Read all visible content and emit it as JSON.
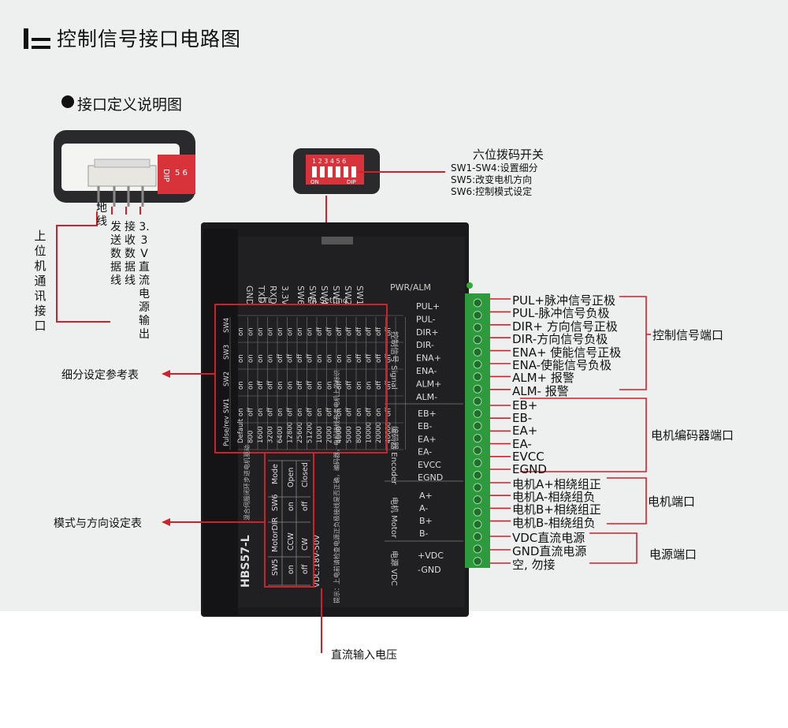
{
  "page": {
    "title": "控制信号接口电路图",
    "subtitle": "接口定义说明图"
  },
  "device": {
    "model": "HBS57-L",
    "model_sub": "混合伺服闭环步进电机驱动",
    "vdc_range": "VDC:18V-50V",
    "tip": "提示：上电前请检查电源正负极接线是否正确，编码器，电机接线参考电机上的标识",
    "top_header": [
      "GND",
      "TXD",
      "RXD",
      "3.3V",
      "SW6",
      "SW5",
      "SW4",
      "SW3",
      "SW2",
      "SW1"
    ],
    "ttl_label": "TTL",
    "pa_label": "PA Setting",
    "pwr_alm": "PWR/ALM",
    "section_ctrl": "控制信号 Signal",
    "section_enc": "编码器 Encoder",
    "section_motor": "电机 Motor",
    "section_power": "电源 VDC",
    "pins_ctrl": [
      "PUL+",
      "PUL-",
      "DIR+",
      "DIR-",
      "ENA+",
      "ENA-",
      "ALM+",
      "ALM-"
    ],
    "pins_enc": [
      "EB+",
      "EB-",
      "EA+",
      "EA-",
      "EVCC",
      "EGND"
    ],
    "pins_motor": [
      "A+",
      "A-",
      "B+",
      "B-"
    ],
    "pins_power": [
      "+VDC",
      "-GND"
    ]
  },
  "micro_table": {
    "header": [
      "Pulse/rev",
      "SW1",
      "SW2",
      "SW3",
      "SW4"
    ],
    "rows": [
      [
        "Default",
        "on",
        "on",
        "on",
        "on"
      ],
      [
        "800",
        "off",
        "on",
        "on",
        "on"
      ],
      [
        "1600",
        "on",
        "off",
        "on",
        "on"
      ],
      [
        "3200",
        "off",
        "off",
        "on",
        "on"
      ],
      [
        "6400",
        "on",
        "on",
        "off",
        "on"
      ],
      [
        "12800",
        "off",
        "on",
        "off",
        "on"
      ],
      [
        "25600",
        "on",
        "off",
        "off",
        "on"
      ],
      [
        "51200",
        "off",
        "off",
        "off",
        "on"
      ],
      [
        "1000",
        "on",
        "on",
        "on",
        "off"
      ],
      [
        "2000",
        "off",
        "on",
        "on",
        "off"
      ],
      [
        "4000",
        "on",
        "off",
        "on",
        "off"
      ],
      [
        "5000",
        "off",
        "off",
        "on",
        "off"
      ],
      [
        "8000",
        "on",
        "on",
        "off",
        "off"
      ],
      [
        "10000",
        "off",
        "on",
        "off",
        "off"
      ],
      [
        "20000",
        "on",
        "off",
        "off",
        "off"
      ],
      [
        "40000",
        "off",
        "off",
        "off",
        "off"
      ]
    ]
  },
  "mode_table": {
    "header": [
      "SW6",
      "Mode"
    ],
    "rows": [
      [
        "on",
        "Open"
      ],
      [
        "off",
        "Closed"
      ]
    ]
  },
  "dir_table": {
    "header": [
      "SW5",
      "MotorDIR"
    ],
    "rows": [
      [
        "on",
        "CCW"
      ],
      [
        "off",
        "CW"
      ]
    ]
  },
  "dip": {
    "title": "六位拨码开关",
    "line1": "SW1-SW4:设置细分",
    "line2": "SW5:改变电机方向",
    "line3": "SW6:控制模式设定",
    "numbers": "1 2 3 4 5 6",
    "on_label": "ON",
    "dip_label": "DIP"
  },
  "connector": {
    "dip_label": "DIP",
    "dip_numbers": "5 6"
  },
  "labels_left": {
    "pc_comm": "上位机通讯接口",
    "ground": "地线",
    "send": "发送数据线",
    "receive": "接收数据线",
    "power33": "3.3V直流电源输出",
    "micro": "细分设定参考表",
    "mode_dir": "模式与方向设定表",
    "dc_input": "直流输入电压"
  },
  "labels_right": {
    "ctrl": [
      "PUL+脉冲信号正极",
      "PUL-脉冲信号负极",
      "DIR+ 方向信号正极",
      "DIR-方向信号负极",
      "ENA+ 使能信号正极",
      "ENA-使能信号负极",
      "ALM+ 报警",
      "ALM- 报警"
    ],
    "enc": [
      "EB+",
      "EB-",
      "EA+",
      "EA-",
      "EVCC",
      "EGND"
    ],
    "motor": [
      "电机A+相绕组正",
      "电机A-相绕组负",
      "电机B+相绕组正",
      "电机B-相绕组负"
    ],
    "power": [
      "VDC直流电源",
      "GND直流电源",
      "空, 勿接"
    ],
    "group_ctrl": "控制信号端口",
    "group_enc": "电机编码器端口",
    "group_motor": "电机端口",
    "group_power": "电源端口"
  },
  "colors": {
    "accent_red": "#d0202a",
    "device_body": "#1e1e20",
    "terminal_green": "#2e9a3e"
  }
}
